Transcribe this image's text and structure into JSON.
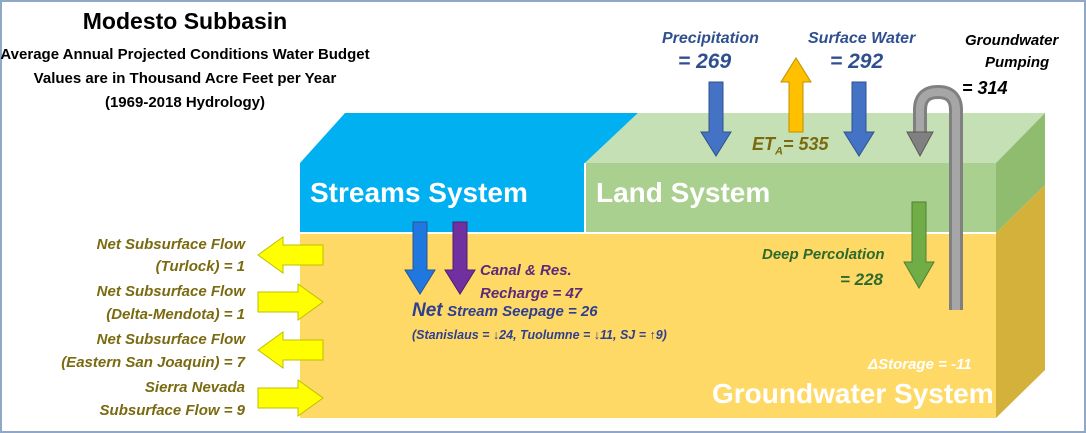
{
  "title": "Modesto Subbasin",
  "subtitle_lines": [
    "Average Annual Projected Conditions Water Budget",
    "Values are in Thousand Acre Feet per Year",
    "(1969-2018 Hydrology)"
  ],
  "inflows_top": {
    "precipitation": {
      "label": "Precipitation",
      "value": "= 269"
    },
    "surface_water": {
      "label": "Surface Water",
      "value": "= 292"
    },
    "groundwater_pumping": {
      "label1": "Groundwater",
      "label2": "Pumping",
      "value": "= 314"
    },
    "et": {
      "label": "ET",
      "sub": "A",
      "value": "= 535"
    }
  },
  "systems": {
    "streams": "Streams System",
    "land": "Land System",
    "groundwater": "Groundwater System"
  },
  "deep_percolation": {
    "label": "Deep Percolation",
    "value": "= 228"
  },
  "canal": {
    "label": "Canal & Res.",
    "value": "Recharge = 47"
  },
  "stream_seepage": {
    "net": "Net",
    "label": "Stream Seepage = 26",
    "detail": "(Stanislaus = ↓24, Tuolumne = ↓11, SJ = ↑9)"
  },
  "storage": "ΔStorage = -11",
  "subsurface": [
    {
      "line1": "Net Subsurface Flow",
      "line2": "(Turlock) = 1",
      "direction": "out"
    },
    {
      "line1": "Net Subsurface Flow",
      "line2": "(Delta-Mendota) = 1",
      "direction": "in"
    },
    {
      "line1": "Net Subsurface Flow",
      "line2": "(Eastern San Joaquin) = 7",
      "direction": "out"
    },
    {
      "line1": "Sierra Nevada",
      "line2": "Subsurface Flow = 9",
      "direction": "in"
    }
  ],
  "colors": {
    "streams": "#00b0f0",
    "land": "#a9d08e",
    "groundwater": "#ffd966",
    "arrow_blue": "#4472c4",
    "arrow_orange": "#ffc000",
    "arrow_gray": "#808080",
    "arrow_green": "#70ad47",
    "arrow_purple": "#7030a0",
    "arrow_yellow": "#ffff00"
  },
  "icons": [
    "precipitation-arrow",
    "surface-water-arrow",
    "et-arrow",
    "pumping-arrow",
    "deep-percolation-arrow",
    "stream-seepage-arrow",
    "canal-recharge-arrow",
    "subsurface-flow-arrows"
  ]
}
